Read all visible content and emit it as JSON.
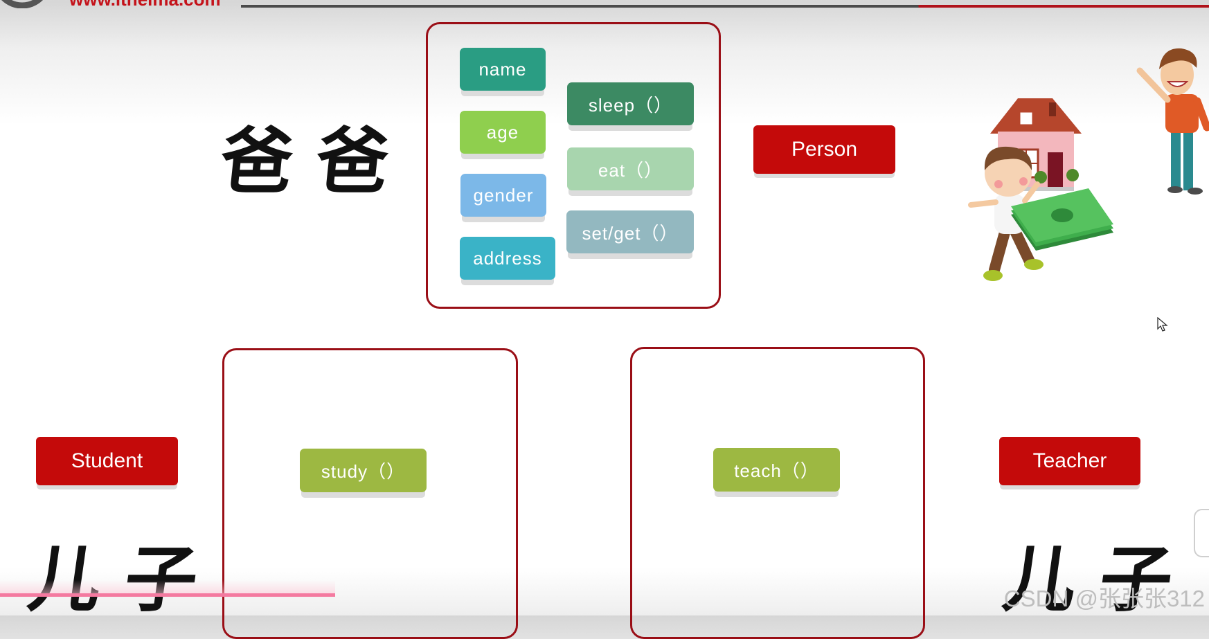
{
  "site": {
    "url": "www.itheima.com"
  },
  "labels": {
    "father": "爸爸",
    "son_left": "儿子",
    "son_right": "儿子"
  },
  "classes": {
    "person": {
      "name": "Person",
      "attributes": [
        {
          "label": "name",
          "color": "#2a9d83"
        },
        {
          "label": "age",
          "color": "#8fcf4e"
        },
        {
          "label": "gender",
          "color": "#7cb8e8"
        },
        {
          "label": "address",
          "color": "#3ab3c7"
        }
      ],
      "methods": [
        {
          "label": "sleep（）",
          "color": "#3c8a63"
        },
        {
          "label": "eat（）",
          "color": "#a8d5ae"
        },
        {
          "label": "set/get（）",
          "color": "#93b8c0"
        }
      ]
    },
    "student": {
      "name": "Student",
      "methods": [
        {
          "label": "study（）",
          "color": "#9db842"
        }
      ]
    },
    "teacher": {
      "name": "Teacher",
      "methods": [
        {
          "label": "teach（）",
          "color": "#9db842"
        }
      ]
    }
  },
  "colors": {
    "box_border": "#9a0e16",
    "class_label_bg": "#c40a0a",
    "top_rule_dark": "#4a4a4a",
    "top_rule_red": "#b0121a",
    "progress": "#f47aa0"
  },
  "watermark": "CSDN @张张张312"
}
